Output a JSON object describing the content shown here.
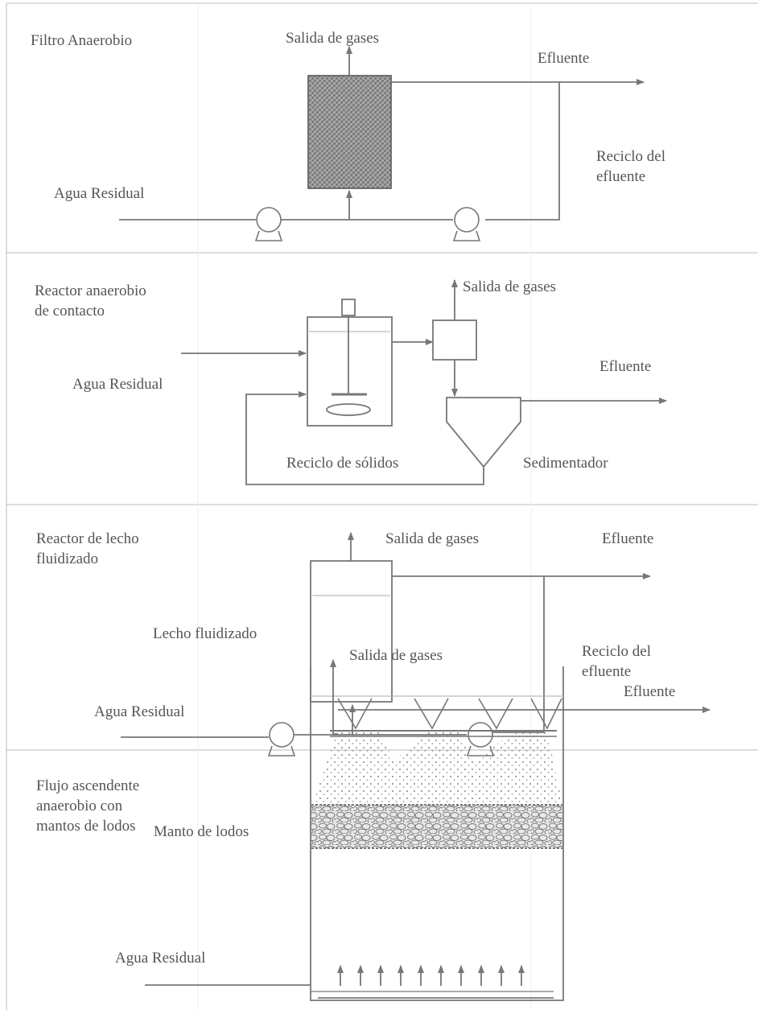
{
  "panels": [
    {
      "title": "Filtro Anaerobio",
      "gas_label": "Salida de gases",
      "effluent_label": "Efluente",
      "recycle_label": [
        "Reciclo del",
        "efluente"
      ],
      "influent_label": "Agua Residual"
    },
    {
      "title": [
        "Reactor anaerobio",
        "de contacto"
      ],
      "gas_label": "Salida de gases",
      "effluent_label": "Efluente",
      "influent_label": "Agua Residual",
      "recycle_label": "Reciclo de sólidos",
      "settler_label": "Sedimentador"
    },
    {
      "title": [
        "Reactor de lecho",
        "fluidizado"
      ],
      "gas_label": "Salida de gases",
      "effluent_label": "Efluente",
      "bed_label": "Lecho fluidizado",
      "recycle_label": [
        "Reciclo del",
        "efluente"
      ],
      "influent_label": "Agua Residual"
    },
    {
      "title": [
        "Flujo ascendente",
        "anaerobio con",
        "mantos de lodos"
      ],
      "gas_label": "Salida de gases",
      "effluent_label": "Efluente",
      "sludge_label": "Manto de lodos",
      "influent_label": "Agua Residual"
    }
  ]
}
